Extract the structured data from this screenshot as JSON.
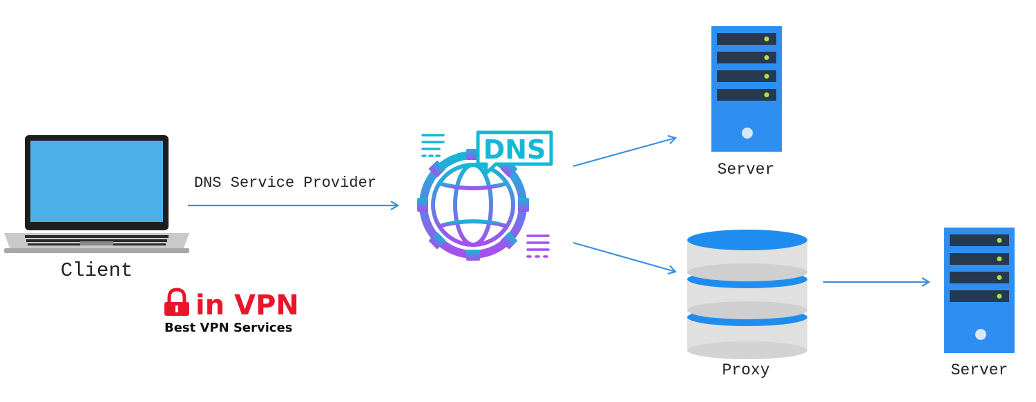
{
  "nodes": {
    "client": {
      "label": "Client"
    },
    "dns": {
      "badge": "DNS"
    },
    "server_top": {
      "label": "Server"
    },
    "proxy": {
      "label": "Proxy"
    },
    "server_bottom": {
      "label": "Server"
    }
  },
  "edges": {
    "client_to_dns": {
      "label": "DNS Service Provider"
    }
  },
  "logo": {
    "brand": "in VPN",
    "tagline": "Best VPN Services"
  },
  "icons": {
    "client": "laptop-icon",
    "dns": "dns-globe-gear-icon",
    "server": "server-tower-icon",
    "proxy": "database-stack-icon",
    "logo": "lock-icon"
  },
  "colors": {
    "arrow": "#3b8fe0",
    "server_body": "#2f8ff0",
    "server_slot": "#27394f",
    "server_led": "#a6e34a",
    "laptop_screen": "#4db0e8",
    "laptop_frame": "#1e1e1e",
    "proxy_blue": "#1f8df0",
    "proxy_gray": "#e0e0e0",
    "dns_gradient_start": "#14b8d6",
    "dns_gradient_end": "#a64ff0",
    "logo_red": "#e8162b",
    "logo_black": "#111111"
  }
}
